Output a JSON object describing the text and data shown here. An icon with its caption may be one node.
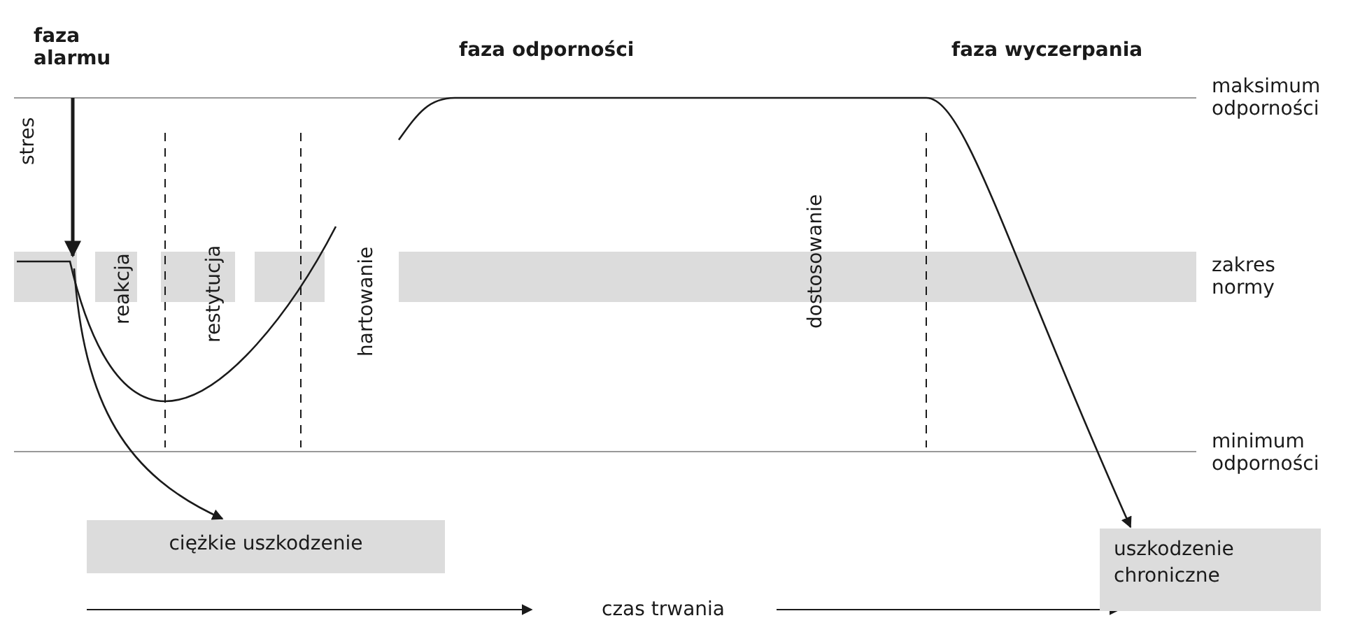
{
  "diagram": {
    "nodes": [
      {
        "text": [
          "ciężkie uszkodzenie"
        ]
      },
      {
        "text": [
          "uszkodzenie chroniczne"
        ]
      },
      {
        "text": [],
        "shape": "curve"
      }
    ],
    "edges": [
      {
        "from": 2,
        "to": 0,
        "arrow": "to"
      },
      {
        "from": 2,
        "to": 1,
        "arrow": "to"
      }
    ],
    "labels": [
      "faza alarmu",
      "faza odporności",
      "faza wyczerpania",
      "maksimum odporności",
      "stres",
      "reakcja",
      "restytucja",
      "hartowanie",
      "dostosowanie",
      "zakres normy",
      "minimum odporności",
      "czas trwania"
    ]
  }
}
